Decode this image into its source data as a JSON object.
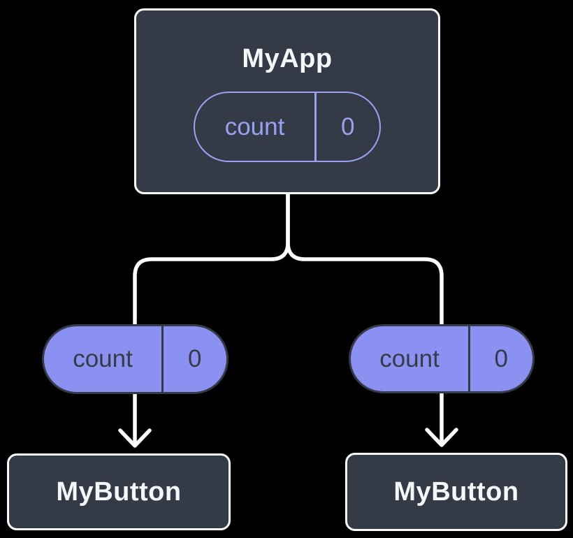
{
  "diagram": {
    "parent": {
      "name": "MyApp",
      "state": {
        "name": "count",
        "value": "0"
      }
    },
    "props": [
      {
        "name": "count",
        "value": "0"
      },
      {
        "name": "count",
        "value": "0"
      }
    ],
    "children": [
      {
        "name": "MyButton"
      },
      {
        "name": "MyButton"
      }
    ],
    "colors": {
      "background": "#000000",
      "node_fill": "#343B46",
      "node_border": "#FFFFFF",
      "node_text": "#F6F7F9",
      "pill_fill": "#8A91F0",
      "pill_outline": "#99A2F2",
      "pill_dark": "#353C48",
      "connector": "#FFFFFF"
    }
  }
}
